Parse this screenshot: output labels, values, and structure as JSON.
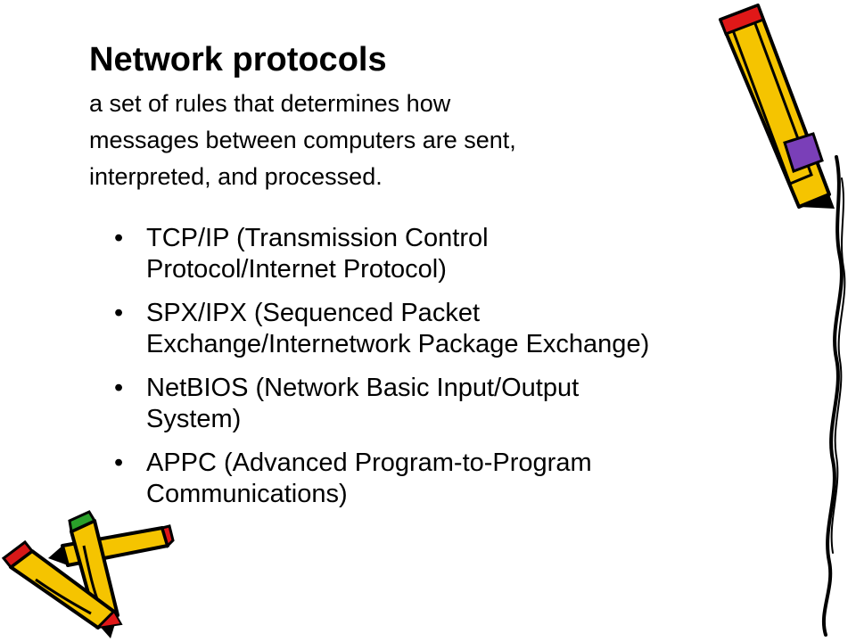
{
  "slide": {
    "title": "Network protocols",
    "subtitle_lines": [
      "a set of rules that determines how",
      "messages between computers are sent,",
      "interpreted, and processed."
    ],
    "bullet_marker": "•",
    "bullets": [
      {
        "lines": [
          "TCP/IP (Transmission Control",
          "Protocol/Internet Protocol)"
        ]
      },
      {
        "lines": [
          "SPX/IPX (Sequenced Packet",
          "Exchange/Internetwork Package Exchange)"
        ]
      },
      {
        "lines": [
          "NetBIOS (Network Basic Input/Output",
          "System)"
        ]
      },
      {
        "lines": [
          "APPC (Advanced Program-to-Program",
          "Communications)"
        ]
      }
    ]
  },
  "decorations": {
    "icons": [
      "pencil-icon-top-right",
      "pencil-cluster-icon-bottom-left",
      "scribble-border-right"
    ],
    "colors": {
      "pencil_body": "#f5c400",
      "pencil_outline": "#000000",
      "pencil_tip_red": "#e01818",
      "pencil_band_purple": "#7a3fb8",
      "pencil_band_green": "#2aa02a",
      "eraser_red": "#d81818"
    }
  }
}
